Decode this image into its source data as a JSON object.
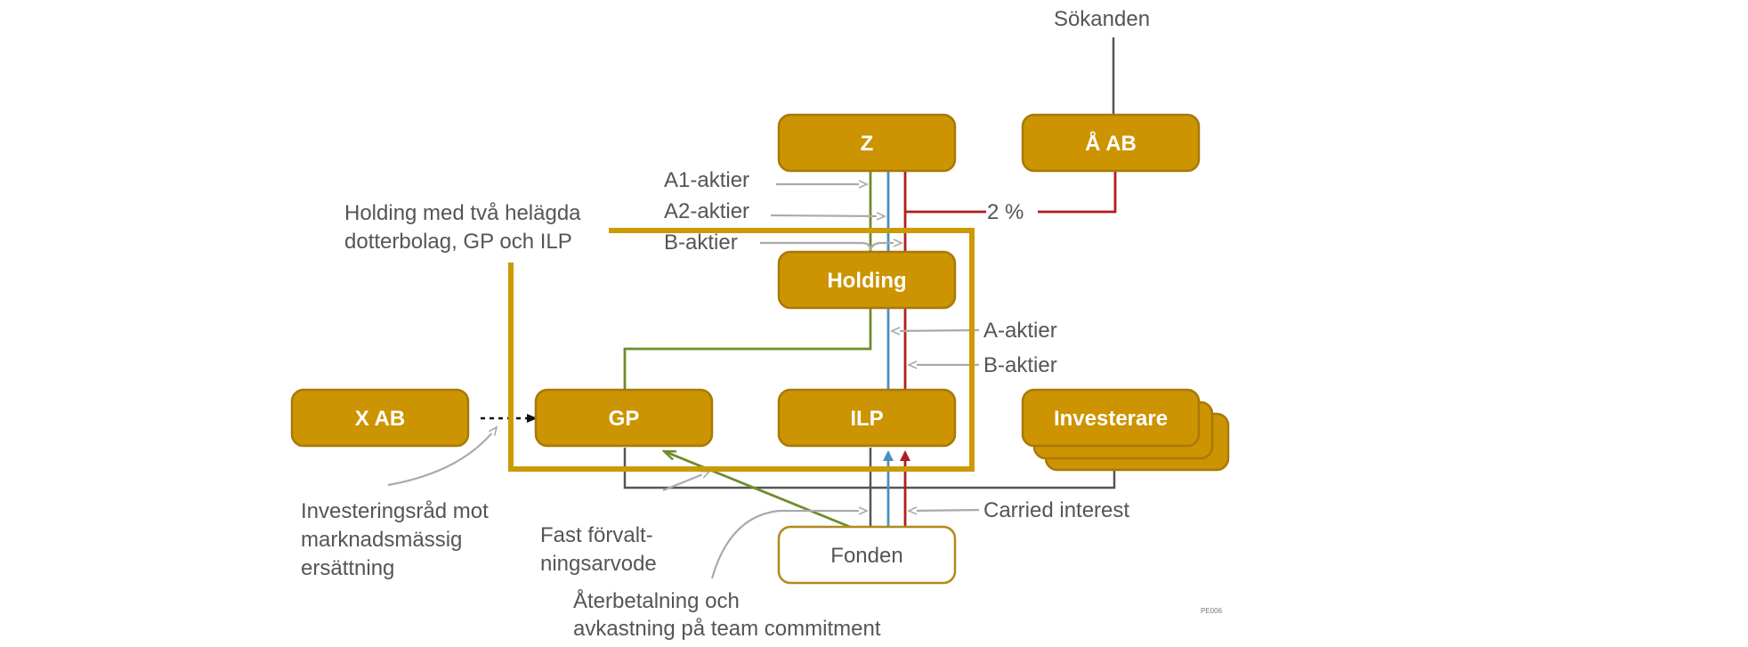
{
  "nodes": {
    "sokanden": "Sökanden",
    "z": "Z",
    "aab": "Å AB",
    "holding": "Holding",
    "xab": "X AB",
    "gp": "GP",
    "ilp": "ILP",
    "investerare": "Investerare",
    "fonden": "Fonden"
  },
  "labels": {
    "holding_group_line1": "Holding med två helägda",
    "holding_group_line2": "dotterbolag, GP och ILP",
    "a1_aktier": "A1-aktier",
    "a2_aktier": "A2-aktier",
    "b_aktier_top": "B-aktier",
    "two_percent": "2 %",
    "a_aktier": "A-aktier",
    "b_aktier_mid": "B-aktier",
    "carried_interest": "Carried interest",
    "investeringsrad_line1": "Investeringsråd mot",
    "investeringsrad_line2": "marknadsmässig",
    "investeringsrad_line3": "ersättning",
    "fast_line1": "Fast förvalt-",
    "fast_line2": "ningsarvode",
    "aterbetalning_line1": "Återbetalning och",
    "aterbetalning_line2": "avkastning på team commitment",
    "doc_code": "PE006"
  },
  "colors": {
    "box_fill": "#CC9400",
    "box_stroke": "#A8790A",
    "group_frame": "#CC9A06",
    "green_line": "#6E8C2A",
    "blue_line": "#4A8FC0",
    "red_line": "#B01E1E",
    "dark_line": "#555555",
    "gray_arrow": "#AAAAAA"
  }
}
